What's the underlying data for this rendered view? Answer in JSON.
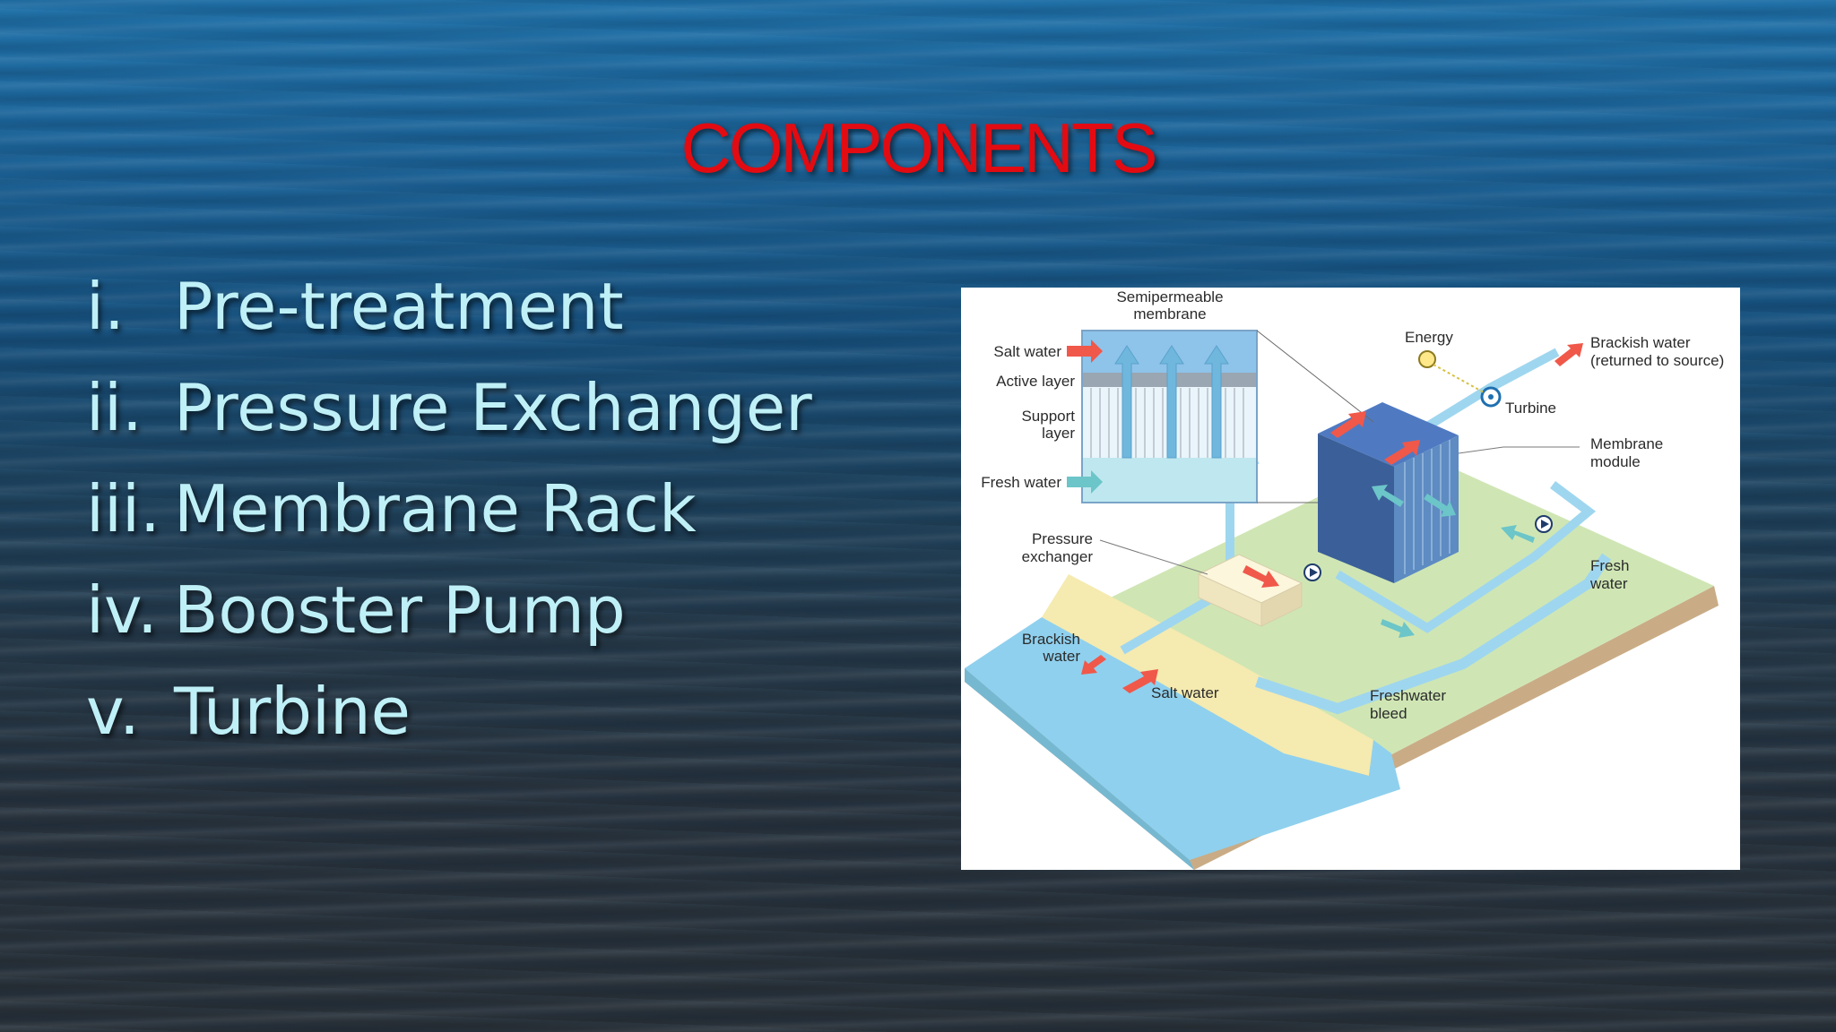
{
  "slide": {
    "title": "COMPONENTS",
    "items": [
      {
        "num": "i.",
        "label": "Pre-treatment"
      },
      {
        "num": "ii.",
        "label": "Pressure Exchanger"
      },
      {
        "num": "iii.",
        "label": "Membrane Rack"
      },
      {
        "num": "iv.",
        "label": "Booster Pump"
      },
      {
        "num": "v.",
        "label": "Turbine"
      }
    ]
  },
  "diagram": {
    "labels": {
      "semipermeable_1": "Semipermeable",
      "semipermeable_2": "membrane",
      "salt_water_top": "Salt water",
      "active_layer": "Active layer",
      "support_1": "Support",
      "support_2": "layer",
      "fresh_water_left": "Fresh water",
      "pressure_1": "Pressure",
      "pressure_2": "exchanger",
      "brackish_left_1": "Brackish",
      "brackish_left_2": "water",
      "salt_water_bottom": "Salt water",
      "energy": "Energy",
      "brackish_right_1": "Brackish water",
      "brackish_right_2": "(returned to source)",
      "turbine": "Turbine",
      "membrane_module_1": "Membrane",
      "membrane_module_2": "module",
      "fresh_right_1": "Fresh",
      "fresh_right_2": "water",
      "freshwater_bleed_1": "Freshwater",
      "freshwater_bleed_2": "bleed"
    },
    "colors": {
      "water": "#8fd0ee",
      "ground": "#cfe6b4",
      "sand": "#f5eab0",
      "earth": "#c9ac86",
      "arrow_red": "#f0584a",
      "arrow_teal": "#6cc5c8",
      "module": "#3b5f98"
    }
  }
}
